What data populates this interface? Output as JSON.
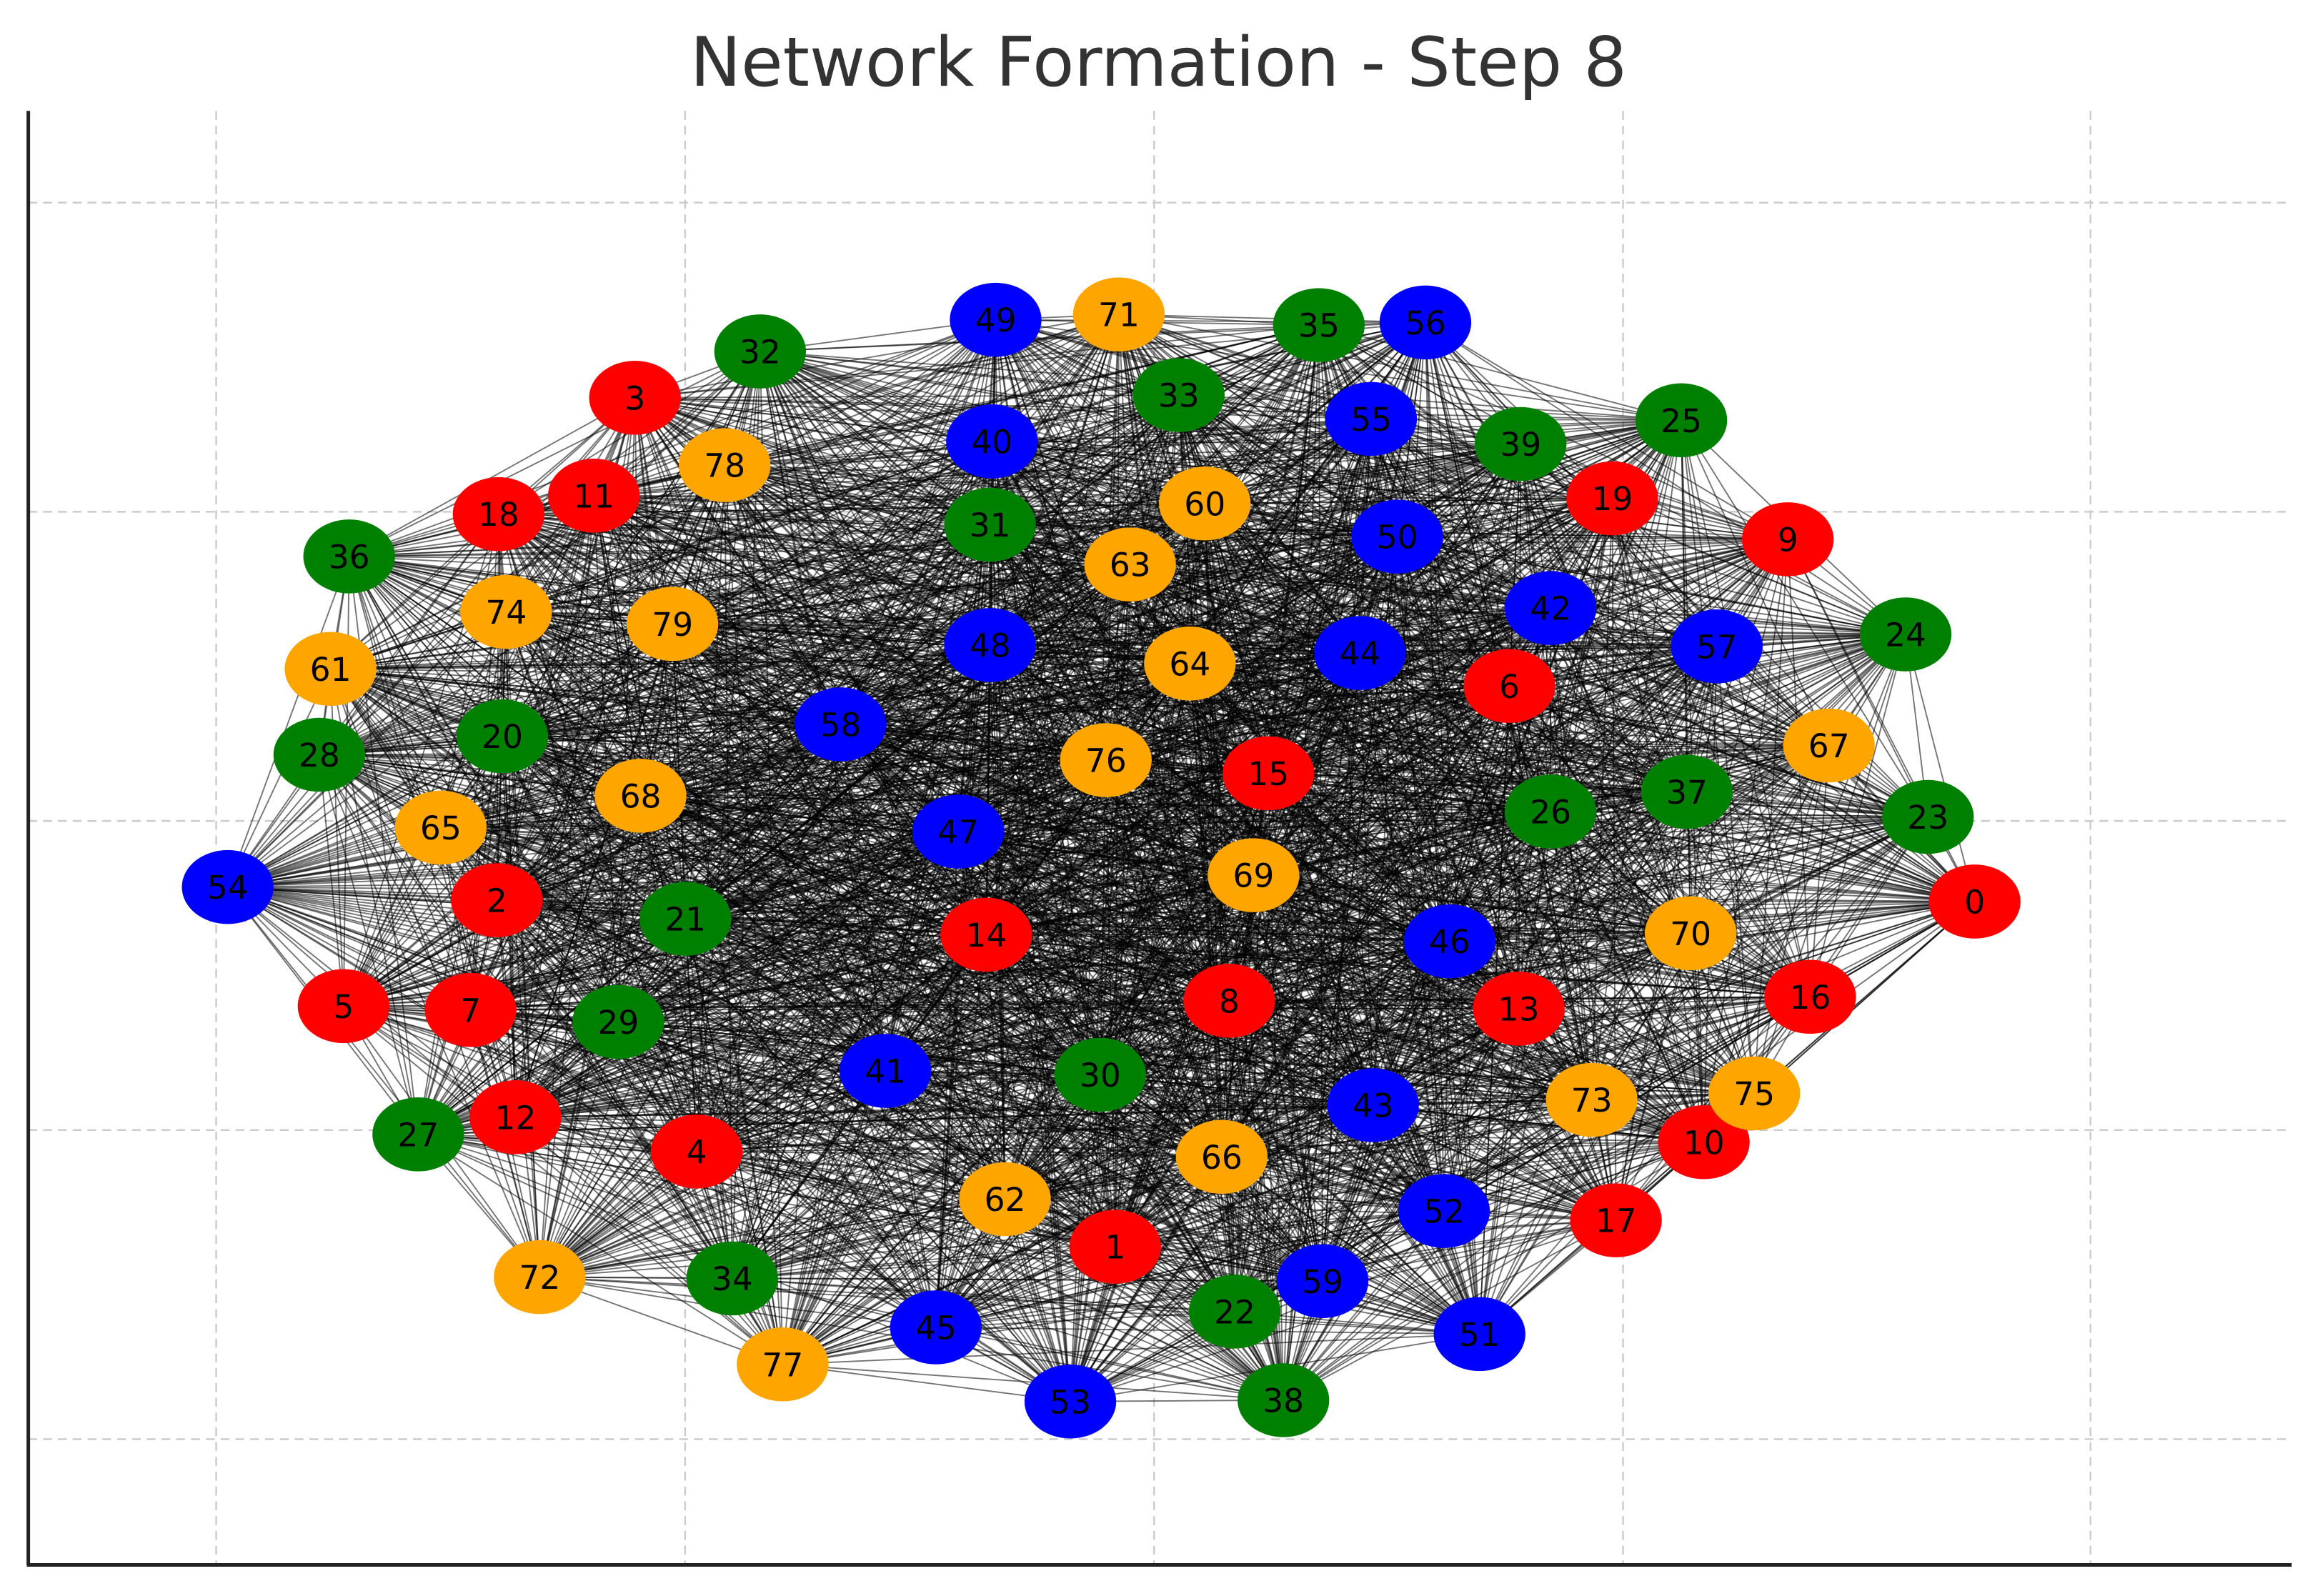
{
  "chart_data": {
    "type": "network",
    "title": "Network Formation - Step 8",
    "step": 8,
    "grid": true,
    "xlabel": "",
    "ylabel": "",
    "node_count": 80,
    "edge_style": "dense, near-complete graph; black semi-transparent edges",
    "colors": {
      "red": "#ff0000",
      "green": "#008000",
      "blue": "#0000ff",
      "orange": "#ffa500"
    },
    "nodes": [
      {
        "id": "0",
        "color": "red",
        "pos": [
          0.938,
          0.561
        ]
      },
      {
        "id": "1",
        "color": "red",
        "pos": [
          0.478,
          0.822
        ]
      },
      {
        "id": "2",
        "color": "red",
        "pos": [
          0.147,
          0.56
        ]
      },
      {
        "id": "3",
        "color": "red",
        "pos": [
          0.221,
          0.18
        ]
      },
      {
        "id": "4",
        "color": "red",
        "pos": [
          0.254,
          0.75
        ]
      },
      {
        "id": "5",
        "color": "red",
        "pos": [
          0.065,
          0.64
        ]
      },
      {
        "id": "6",
        "color": "red",
        "pos": [
          0.689,
          0.398
        ]
      },
      {
        "id": "7",
        "color": "red",
        "pos": [
          0.133,
          0.643
        ]
      },
      {
        "id": "8",
        "color": "red",
        "pos": [
          0.539,
          0.636
        ]
      },
      {
        "id": "9",
        "color": "red",
        "pos": [
          0.838,
          0.287
        ]
      },
      {
        "id": "10",
        "color": "red",
        "pos": [
          0.793,
          0.743
        ]
      },
      {
        "id": "11",
        "color": "red",
        "pos": [
          0.199,
          0.254
        ]
      },
      {
        "id": "12",
        "color": "red",
        "pos": [
          0.157,
          0.724
        ]
      },
      {
        "id": "13",
        "color": "red",
        "pos": [
          0.694,
          0.642
        ]
      },
      {
        "id": "14",
        "color": "red",
        "pos": [
          0.409,
          0.586
        ]
      },
      {
        "id": "15",
        "color": "red",
        "pos": [
          0.56,
          0.464
        ]
      },
      {
        "id": "16",
        "color": "red",
        "pos": [
          0.85,
          0.633
        ]
      },
      {
        "id": "17",
        "color": "red",
        "pos": [
          0.746,
          0.802
        ]
      },
      {
        "id": "18",
        "color": "red",
        "pos": [
          0.148,
          0.268
        ]
      },
      {
        "id": "19",
        "color": "red",
        "pos": [
          0.744,
          0.256
        ]
      },
      {
        "id": "20",
        "color": "green",
        "pos": [
          0.15,
          0.436
        ]
      },
      {
        "id": "21",
        "color": "green",
        "pos": [
          0.248,
          0.574
        ]
      },
      {
        "id": "22",
        "color": "green",
        "pos": [
          0.542,
          0.871
        ]
      },
      {
        "id": "23",
        "color": "green",
        "pos": [
          0.913,
          0.497
        ]
      },
      {
        "id": "24",
        "color": "green",
        "pos": [
          0.901,
          0.359
        ]
      },
      {
        "id": "25",
        "color": "green",
        "pos": [
          0.781,
          0.197
        ]
      },
      {
        "id": "26",
        "color": "green",
        "pos": [
          0.711,
          0.493
        ]
      },
      {
        "id": "27",
        "color": "green",
        "pos": [
          0.105,
          0.737
        ]
      },
      {
        "id": "28",
        "color": "green",
        "pos": [
          0.052,
          0.45
        ]
      },
      {
        "id": "29",
        "color": "green",
        "pos": [
          0.212,
          0.652
        ]
      },
      {
        "id": "30",
        "color": "green",
        "pos": [
          0.47,
          0.692
        ]
      },
      {
        "id": "31",
        "color": "green",
        "pos": [
          0.411,
          0.276
        ]
      },
      {
        "id": "32",
        "color": "green",
        "pos": [
          0.288,
          0.145
        ]
      },
      {
        "id": "33",
        "color": "green",
        "pos": [
          0.512,
          0.178
        ]
      },
      {
        "id": "34",
        "color": "green",
        "pos": [
          0.273,
          0.846
        ]
      },
      {
        "id": "35",
        "color": "green",
        "pos": [
          0.587,
          0.125
        ]
      },
      {
        "id": "36",
        "color": "green",
        "pos": [
          0.068,
          0.3
        ]
      },
      {
        "id": "37",
        "color": "green",
        "pos": [
          0.784,
          0.478
        ]
      },
      {
        "id": "38",
        "color": "green",
        "pos": [
          0.568,
          0.938
        ]
      },
      {
        "id": "39",
        "color": "green",
        "pos": [
          0.695,
          0.215
        ]
      },
      {
        "id": "40",
        "color": "blue",
        "pos": [
          0.412,
          0.213
        ]
      },
      {
        "id": "41",
        "color": "blue",
        "pos": [
          0.355,
          0.689
        ]
      },
      {
        "id": "42",
        "color": "blue",
        "pos": [
          0.711,
          0.339
        ]
      },
      {
        "id": "43",
        "color": "blue",
        "pos": [
          0.616,
          0.715
        ]
      },
      {
        "id": "44",
        "color": "blue",
        "pos": [
          0.609,
          0.373
        ]
      },
      {
        "id": "45",
        "color": "blue",
        "pos": [
          0.382,
          0.883
        ]
      },
      {
        "id": "46",
        "color": "blue",
        "pos": [
          0.657,
          0.591
        ]
      },
      {
        "id": "47",
        "color": "blue",
        "pos": [
          0.394,
          0.508
        ]
      },
      {
        "id": "48",
        "color": "blue",
        "pos": [
          0.411,
          0.367
        ]
      },
      {
        "id": "49",
        "color": "blue",
        "pos": [
          0.414,
          0.121
        ]
      },
      {
        "id": "50",
        "color": "blue",
        "pos": [
          0.629,
          0.285
        ]
      },
      {
        "id": "51",
        "color": "blue",
        "pos": [
          0.673,
          0.888
        ]
      },
      {
        "id": "52",
        "color": "blue",
        "pos": [
          0.654,
          0.795
        ]
      },
      {
        "id": "53",
        "color": "blue",
        "pos": [
          0.454,
          0.939
        ]
      },
      {
        "id": "54",
        "color": "blue",
        "pos": [
          0.003,
          0.55
        ]
      },
      {
        "id": "55",
        "color": "blue",
        "pos": [
          0.615,
          0.196
        ]
      },
      {
        "id": "56",
        "color": "blue",
        "pos": [
          0.644,
          0.123
        ]
      },
      {
        "id": "57",
        "color": "blue",
        "pos": [
          0.8,
          0.368
        ]
      },
      {
        "id": "58",
        "color": "blue",
        "pos": [
          0.331,
          0.427
        ]
      },
      {
        "id": "59",
        "color": "blue",
        "pos": [
          0.589,
          0.848
        ]
      },
      {
        "id": "60",
        "color": "orange",
        "pos": [
          0.526,
          0.26
        ]
      },
      {
        "id": "61",
        "color": "orange",
        "pos": [
          0.058,
          0.385
        ]
      },
      {
        "id": "62",
        "color": "orange",
        "pos": [
          0.419,
          0.786
        ]
      },
      {
        "id": "63",
        "color": "orange",
        "pos": [
          0.486,
          0.306
        ]
      },
      {
        "id": "64",
        "color": "orange",
        "pos": [
          0.518,
          0.381
        ]
      },
      {
        "id": "65",
        "color": "orange",
        "pos": [
          0.117,
          0.505
        ]
      },
      {
        "id": "66",
        "color": "orange",
        "pos": [
          0.535,
          0.754
        ]
      },
      {
        "id": "67",
        "color": "orange",
        "pos": [
          0.86,
          0.443
        ]
      },
      {
        "id": "68",
        "color": "orange",
        "pos": [
          0.224,
          0.481
        ]
      },
      {
        "id": "69",
        "color": "orange",
        "pos": [
          0.552,
          0.541
        ]
      },
      {
        "id": "70",
        "color": "orange",
        "pos": [
          0.786,
          0.585
        ]
      },
      {
        "id": "71",
        "color": "orange",
        "pos": [
          0.48,
          0.117
        ]
      },
      {
        "id": "72",
        "color": "orange",
        "pos": [
          0.17,
          0.845
        ]
      },
      {
        "id": "73",
        "color": "orange",
        "pos": [
          0.733,
          0.711
        ]
      },
      {
        "id": "74",
        "color": "orange",
        "pos": [
          0.152,
          0.342
        ]
      },
      {
        "id": "75",
        "color": "orange",
        "pos": [
          0.82,
          0.706
        ]
      },
      {
        "id": "76",
        "color": "orange",
        "pos": [
          0.473,
          0.454
        ]
      },
      {
        "id": "77",
        "color": "orange",
        "pos": [
          0.3,
          0.911
        ]
      },
      {
        "id": "78",
        "color": "orange",
        "pos": [
          0.269,
          0.231
        ]
      },
      {
        "id": "79",
        "color": "orange",
        "pos": [
          0.241,
          0.351
        ]
      }
    ]
  }
}
